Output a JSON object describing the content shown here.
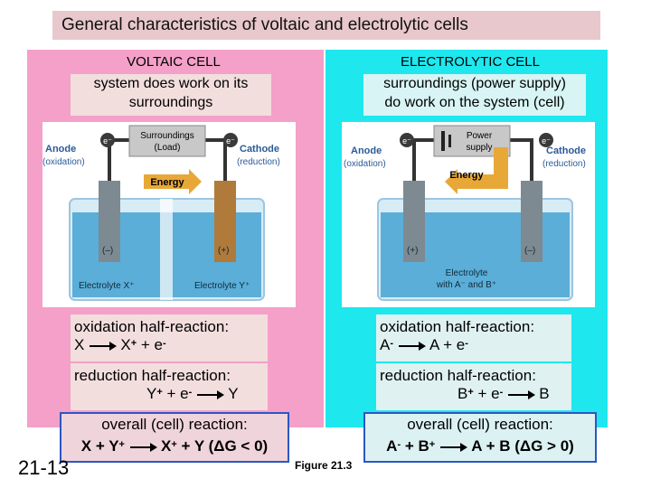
{
  "title": "General characteristics of voltaic and electrolytic cells",
  "voltaic": {
    "header": "VOLTAIC CELL",
    "description_line1": "system does work on its",
    "description_line2": "surroundings",
    "figure": {
      "load_label_1": "Surroundings",
      "load_label_2": "(Load)",
      "energy": "Energy",
      "anode_1": "Anode",
      "anode_2": "(oxidation)",
      "cathode_1": "Cathode",
      "cathode_2": "(reduction)",
      "electron": "e⁻",
      "minus": "(–)",
      "plus": "(+)",
      "electrolyte_left": "Electrolyte X⁺",
      "electrolyte_right": "Electrolyte Y⁺"
    },
    "oxidation_label": "oxidation half-reaction:",
    "oxidation_left": "X",
    "oxidation_right_a": "X",
    "oxidation_right_b": "+ e",
    "reduction_label": "reduction half-reaction:",
    "reduction_left_a": "Y",
    "reduction_left_b": "+ e",
    "reduction_right": "Y",
    "overall_label": "overall (cell) reaction:",
    "overall_left": "X + Y",
    "overall_right_a": "X",
    "overall_right_b": "+ Y  (ΔG < 0)"
  },
  "electrolytic": {
    "header": "ELECTROLYTIC CELL",
    "description_line1": "surroundings (power supply)",
    "description_line2": "do work on the system (cell)",
    "figure": {
      "power_1": "Power",
      "power_2": "supply",
      "energy": "Energy",
      "anode_1": "Anode",
      "anode_2": "(oxidation)",
      "cathode_1": "Cathode",
      "cathode_2": "(reduction)",
      "electron": "e⁻",
      "plus": "(+)",
      "minus": "(–)",
      "electrolyte_1": "Electrolyte",
      "electrolyte_2": "with A⁻ and B⁺"
    },
    "oxidation_label": "oxidation half-reaction:",
    "oxidation_left": "A",
    "oxidation_right": "A + e",
    "reduction_label": "reduction half-reaction:",
    "reduction_left_a": "B",
    "reduction_left_b": "+ e",
    "reduction_right": "B",
    "overall_label": "overall (cell) reaction:",
    "overall_left_a": "A",
    "overall_left_b": " + B",
    "overall_right": "A + B  (ΔG > 0)"
  },
  "superscripts": {
    "plus": "+",
    "minus": "-"
  },
  "slide_number": "21-13",
  "figure_caption": "Figure 21.3",
  "colors": {
    "voltaic_bg": "#f4a0c8",
    "electrolytic_bg": "#1ee8ee",
    "title_bg": "#e8c8cc",
    "overall_border": "#2b57c4"
  }
}
